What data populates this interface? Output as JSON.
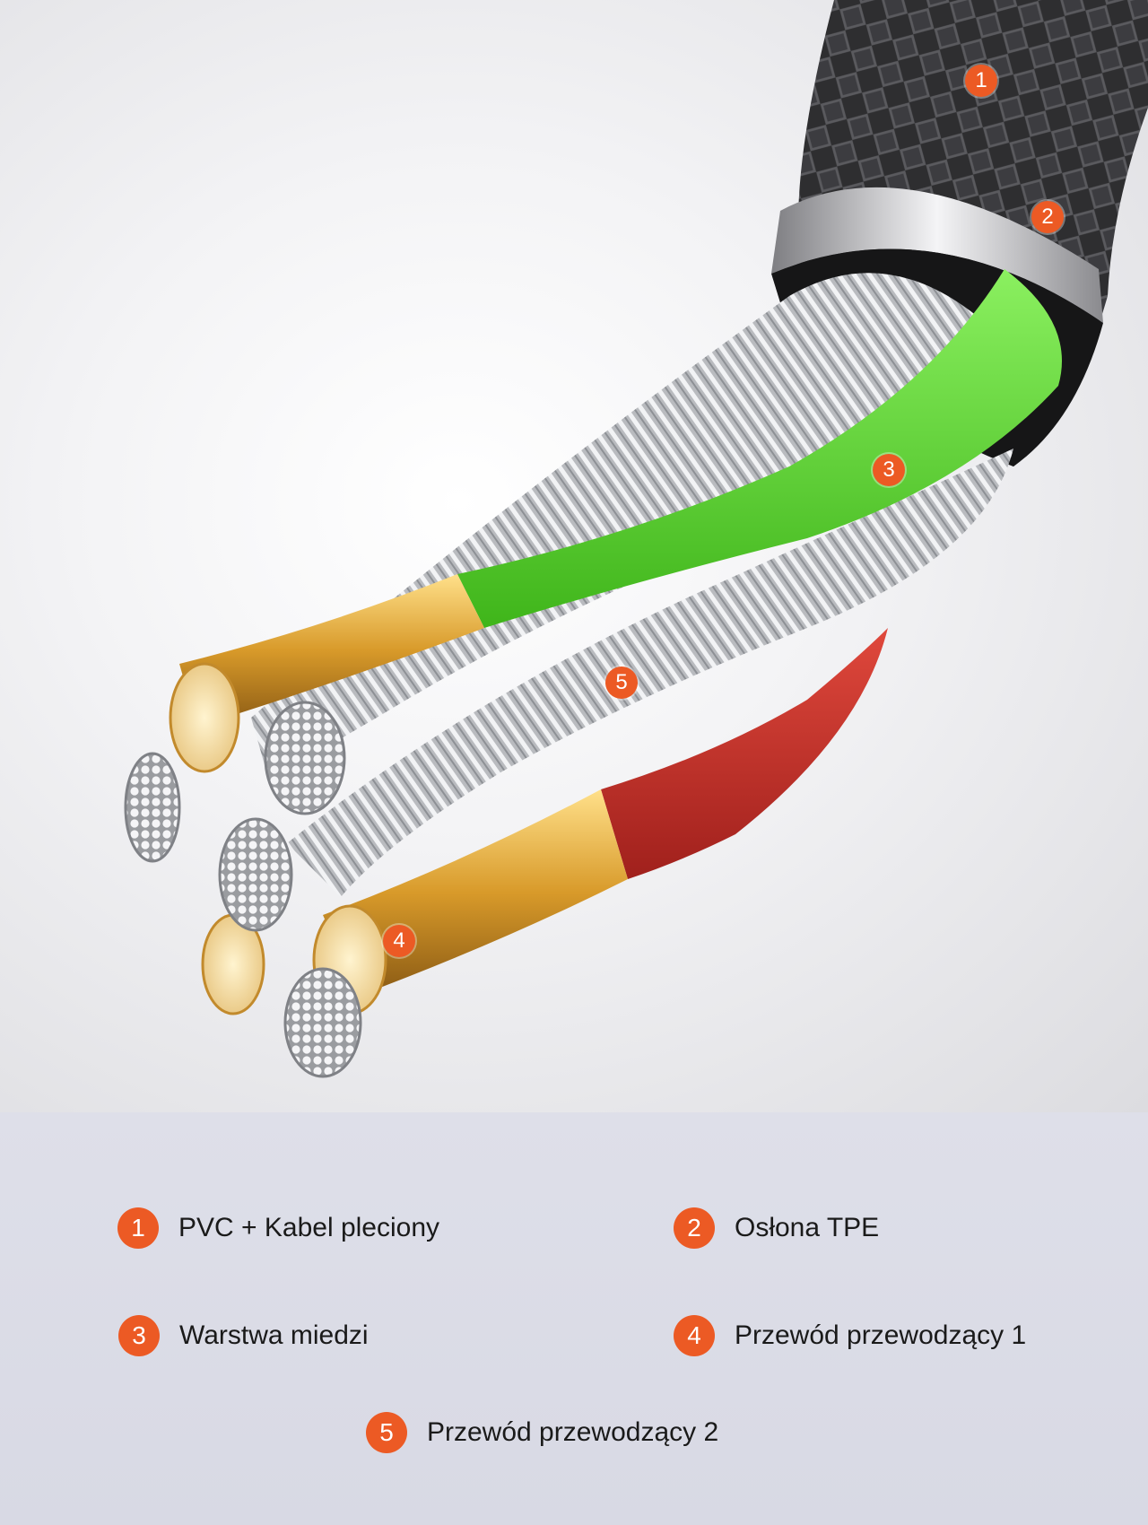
{
  "markers": [
    {
      "number": "1"
    },
    {
      "number": "2"
    },
    {
      "number": "3"
    },
    {
      "number": "4"
    },
    {
      "number": "5"
    }
  ],
  "legend": [
    {
      "number": "1",
      "label": "PVC + Kabel pleciony"
    },
    {
      "number": "2",
      "label": "Osłona TPE"
    },
    {
      "number": "3",
      "label": "Warstwa miedzi"
    },
    {
      "number": "4",
      "label": "Przewód przewodzący 1"
    },
    {
      "number": "5",
      "label": "Przewód przewodzący 2"
    }
  ],
  "colors": {
    "accent": "#ec5a24",
    "braid": "#3a3a3c",
    "tpe_ring": "#c9c9cc",
    "green_sheath": "#5fdc2c",
    "red_sheath": "#c9322a",
    "copper": "#e0a43a",
    "silver": "#c4c6ca"
  }
}
